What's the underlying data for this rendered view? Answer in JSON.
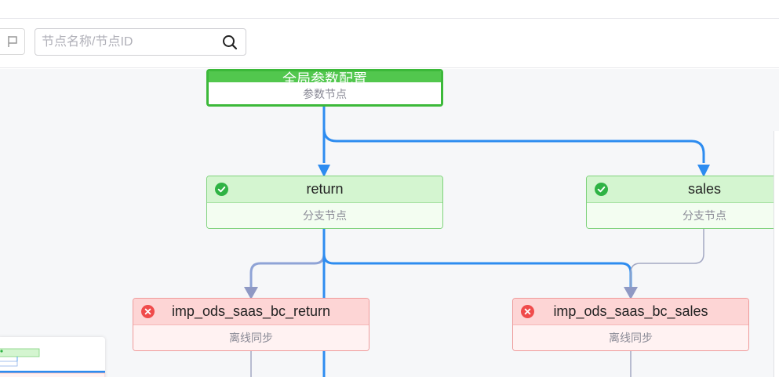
{
  "search": {
    "placeholder": "节点名称/节点ID",
    "value": ""
  },
  "icons": {
    "search": "search-icon",
    "tool": "flag-icon",
    "success": "check-circle-icon",
    "failed": "close-circle-icon"
  },
  "colors": {
    "edge_active": "#2d8cf0",
    "edge_inactive": "#a3a8c3",
    "success_header": "#d4f5d0",
    "failed_header": "#fdd5d5",
    "param_header": "#52c74e"
  },
  "nodes": {
    "global_param": {
      "title": "全局参数配置",
      "subtitle": "参数节点",
      "status": "success"
    },
    "return": {
      "title": "return",
      "subtitle": "分支节点",
      "status": "success"
    },
    "sales": {
      "title": "sales",
      "subtitle": "分支节点",
      "status": "success"
    },
    "imp_return": {
      "title": "imp_ods_saas_bc_return",
      "subtitle": "离线同步",
      "status": "failed"
    },
    "imp_sales": {
      "title": "imp_ods_saas_bc_sales",
      "subtitle": "离线同步",
      "status": "failed"
    }
  }
}
